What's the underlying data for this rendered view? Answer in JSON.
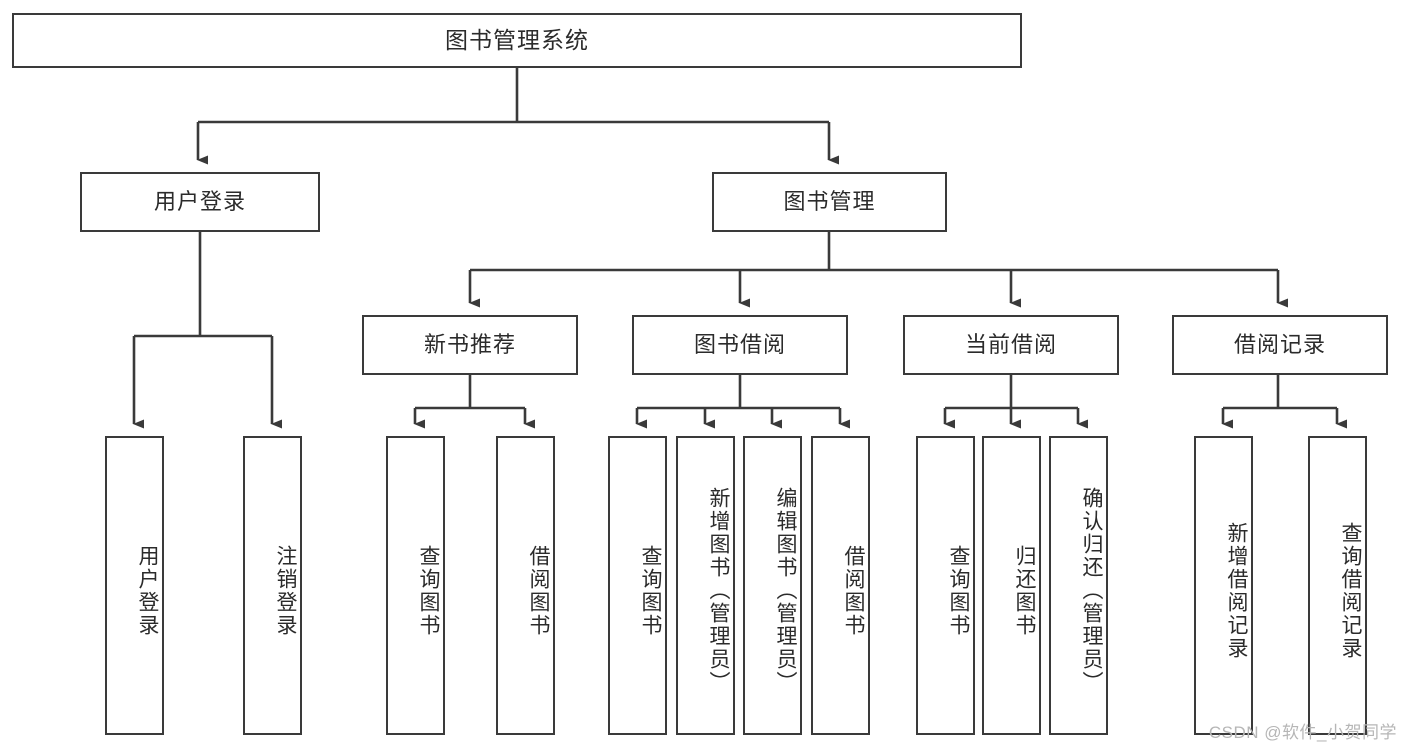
{
  "diagram": {
    "title": "图书管理系统",
    "watermark": "CSDN @软件_小贺同学",
    "line_color": "#3a3a3a",
    "box_border_color": "#3a3a3a",
    "box_fill": "#ffffff",
    "text_color": "#2b2b2b",
    "watermark_color": "#b6b6b6"
  },
  "nodes": {
    "root": {
      "label": "图书管理系统"
    },
    "level2": [
      {
        "label": "用户登录"
      },
      {
        "label": "图书管理"
      }
    ],
    "level3": [
      {
        "label": "新书推荐"
      },
      {
        "label": "图书借阅"
      },
      {
        "label": "当前借阅"
      },
      {
        "label": "借阅记录"
      }
    ],
    "leaves": {
      "user_login": [
        {
          "label": "用户登录"
        },
        {
          "label": "注销登录"
        }
      ],
      "new_book": [
        {
          "label": "查询图书"
        },
        {
          "label": "借阅图书"
        }
      ],
      "book_borrow": [
        {
          "label": "查询图书"
        },
        {
          "label": "新增图书（管理员）"
        },
        {
          "label": "编辑图书（管理员）"
        },
        {
          "label": "借阅图书"
        }
      ],
      "current_borrow": [
        {
          "label": "查询图书"
        },
        {
          "label": "归还图书"
        },
        {
          "label": "确认归还（管理员）"
        }
      ],
      "borrow_record": [
        {
          "label": "新增借阅记录"
        },
        {
          "label": "查询借阅记录"
        }
      ]
    }
  },
  "chart_data": {
    "type": "table",
    "title": "图书管理系统 功能结构图",
    "hierarchy": [
      {
        "level": 1,
        "label": "图书管理系统",
        "children": [
          {
            "level": 2,
            "label": "用户登录",
            "children": [
              {
                "level": 3,
                "label": "用户登录"
              },
              {
                "level": 3,
                "label": "注销登录"
              }
            ]
          },
          {
            "level": 2,
            "label": "图书管理",
            "children": [
              {
                "level": 3,
                "label": "新书推荐",
                "children": [
                  {
                    "level": 4,
                    "label": "查询图书"
                  },
                  {
                    "level": 4,
                    "label": "借阅图书"
                  }
                ]
              },
              {
                "level": 3,
                "label": "图书借阅",
                "children": [
                  {
                    "level": 4,
                    "label": "查询图书"
                  },
                  {
                    "level": 4,
                    "label": "新增图书（管理员）"
                  },
                  {
                    "level": 4,
                    "label": "编辑图书（管理员）"
                  },
                  {
                    "level": 4,
                    "label": "借阅图书"
                  }
                ]
              },
              {
                "level": 3,
                "label": "当前借阅",
                "children": [
                  {
                    "level": 4,
                    "label": "查询图书"
                  },
                  {
                    "level": 4,
                    "label": "归还图书"
                  },
                  {
                    "level": 4,
                    "label": "确认归还（管理员）"
                  }
                ]
              },
              {
                "level": 3,
                "label": "借阅记录",
                "children": [
                  {
                    "level": 4,
                    "label": "新增借阅记录"
                  },
                  {
                    "level": 4,
                    "label": "查询借阅记录"
                  }
                ]
              }
            ]
          }
        ]
      }
    ]
  }
}
